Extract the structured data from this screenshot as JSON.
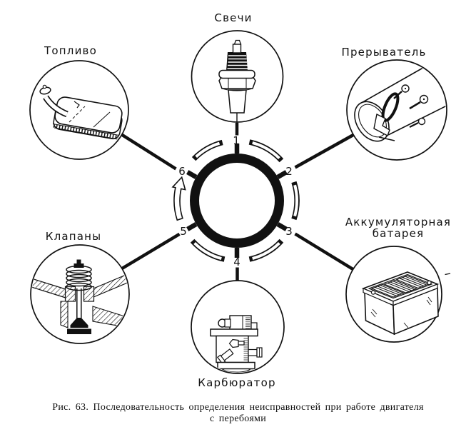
{
  "figure": {
    "caption_line1": "Рис. 63. Последовательность определения неисправностей при работе двигателя",
    "caption_line2": "с перебоями"
  },
  "nodes": {
    "plugs": {
      "step": "1",
      "label": "Свечи"
    },
    "breaker": {
      "step": "2",
      "label": "Прерыватель"
    },
    "battery": {
      "step": "3",
      "label_line1": "Аккумуляторная",
      "label_line2": "батарея"
    },
    "carburetor": {
      "step": "4",
      "label": "Карбюратор"
    },
    "valves": {
      "step": "5",
      "label": "Клапаны"
    },
    "fuel": {
      "step": "6",
      "label": "Топливо"
    }
  },
  "colors": {
    "ink": "#111111",
    "paper": "#ffffff"
  }
}
